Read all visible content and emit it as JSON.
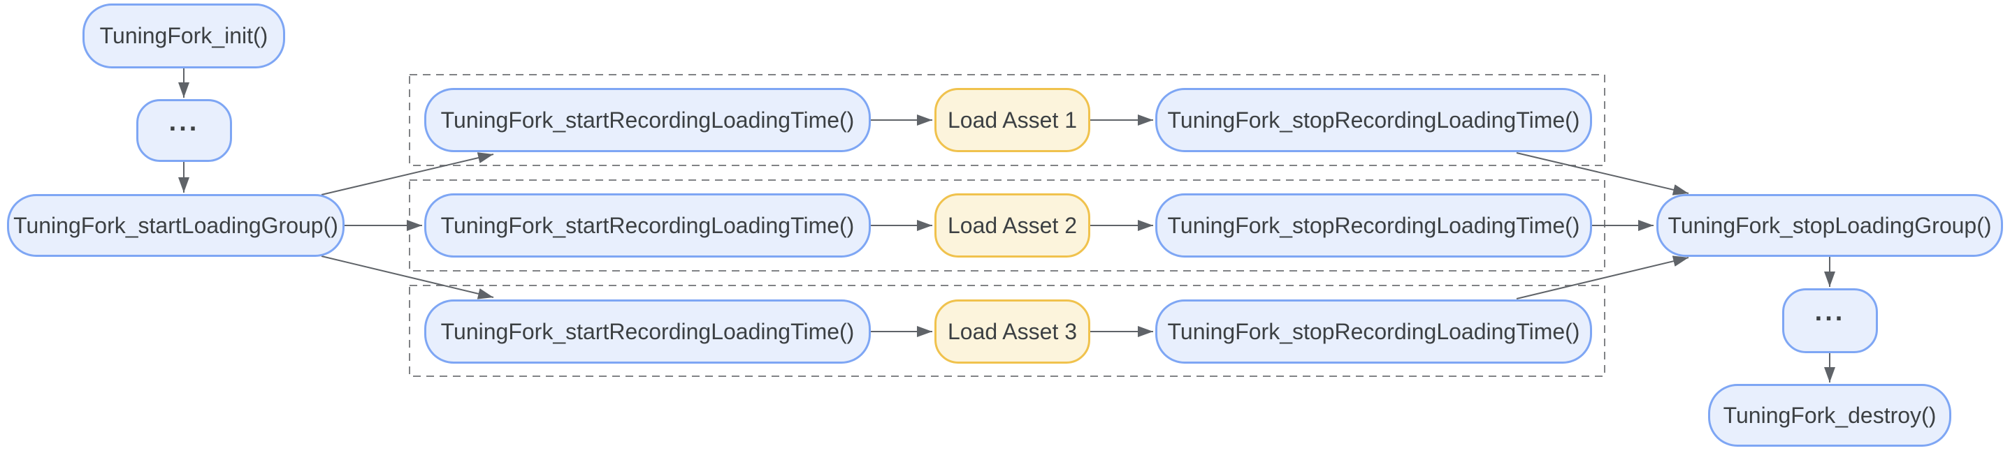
{
  "diagram": {
    "nodes": {
      "init": "TuningFork_init()",
      "ellipsis_left": "...",
      "start_loading_group": "TuningFork_startLoadingGroup()",
      "stop_loading_group": "TuningFork_stopLoadingGroup()",
      "ellipsis_right": "...",
      "destroy": "TuningFork_destroy()"
    },
    "rows": [
      {
        "start": "TuningFork_startRecordingLoadingTime()",
        "asset": "Load Asset 1",
        "stop": "TuningFork_stopRecordingLoadingTime()"
      },
      {
        "start": "TuningFork_startRecordingLoadingTime()",
        "asset": "Load Asset 2",
        "stop": "TuningFork_stopRecordingLoadingTime()"
      },
      {
        "start": "TuningFork_startRecordingLoadingTime()",
        "asset": "Load Asset 3",
        "stop": "TuningFork_stopRecordingLoadingTime()"
      }
    ],
    "colors": {
      "api_node_fill": "#e8effd",
      "api_node_border": "#7ea6f4",
      "asset_node_fill": "#fcf4dc",
      "asset_node_border": "#f0c24d",
      "text": "#3c4043",
      "arrow": "#5f6368",
      "group_outline": "#808285"
    }
  }
}
